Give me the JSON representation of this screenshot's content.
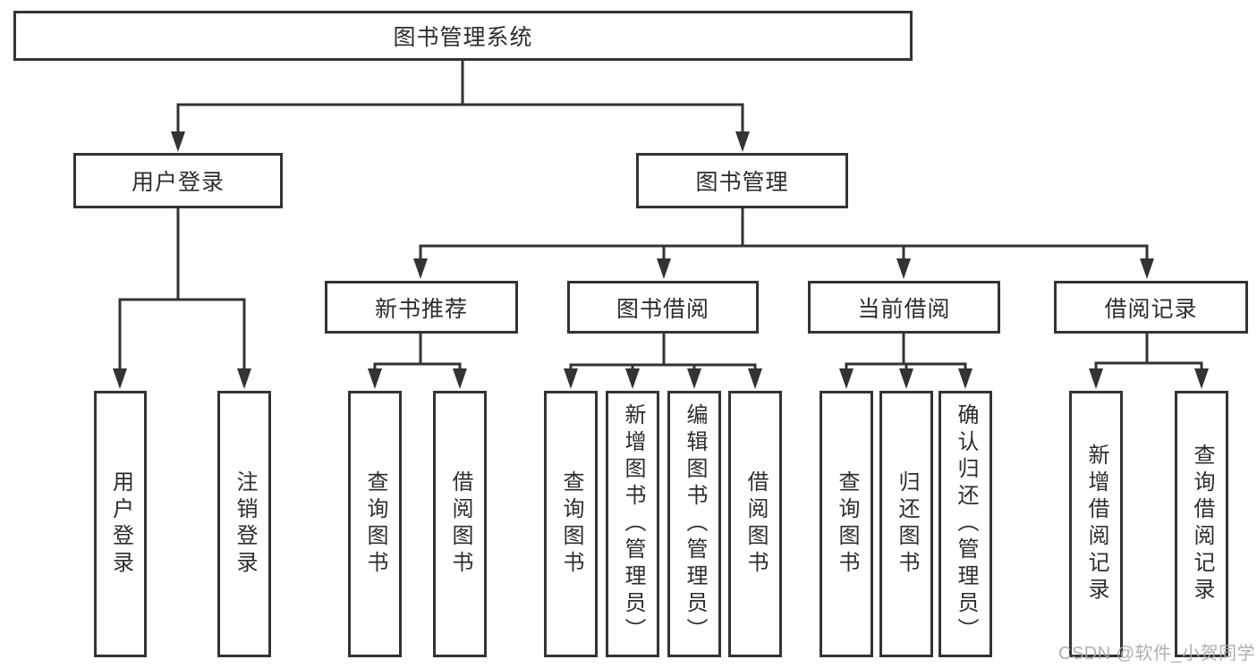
{
  "nodes": {
    "root": {
      "label": "图书管理系统"
    },
    "user_login": {
      "label": "用户登录"
    },
    "book_management": {
      "label": "图书管理"
    },
    "new_book_recommend": {
      "label": "新书推荐"
    },
    "book_borrow": {
      "label": "图书借阅"
    },
    "current_borrow": {
      "label": "当前借阅"
    },
    "borrow_records": {
      "label": "借阅记录"
    },
    "leaf_user_login": {
      "label": "用户登录"
    },
    "leaf_logout": {
      "label": "注销登录"
    },
    "leaf_query_books_1": {
      "label": "查询图书"
    },
    "leaf_borrow_books_1": {
      "label": "借阅图书"
    },
    "leaf_query_books_2": {
      "label": "查询图书"
    },
    "leaf_add_books_admin": {
      "label": "新增图书（管理员）"
    },
    "leaf_edit_books_admin": {
      "label": "编辑图书（管理员）"
    },
    "leaf_borrow_books_2": {
      "label": "借阅图书"
    },
    "leaf_query_books_3": {
      "label": "查询图书"
    },
    "leaf_return_books": {
      "label": "归还图书"
    },
    "leaf_confirm_return_admin": {
      "label": "确认归还（管理员）"
    },
    "leaf_add_borrow_record": {
      "label": "新增借阅记录"
    },
    "leaf_query_borrow_record": {
      "label": "查询借阅记录"
    }
  },
  "watermark": {
    "text": "CSDN @软件_小贺同学"
  },
  "colors": {
    "line": "#333333",
    "border": "#333333",
    "text": "#2d2d2d",
    "watermark": "#a9a9a9",
    "background": "#ffffff"
  }
}
